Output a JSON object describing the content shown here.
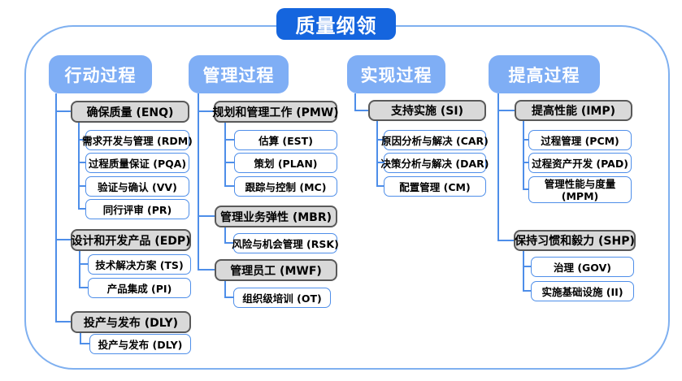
{
  "title": "质量纲领",
  "colors": {
    "title_bg": "#1565DE",
    "column_header_bg": "#7FAEF5",
    "group_box_bg": "#D9D9D9",
    "group_box_border": "#595959",
    "leaf_box_border": "#4E8EE9",
    "connector": "#4E8EE9",
    "outer_frame_border": "#7FB0F0"
  },
  "columns": [
    {
      "header": "行动过程",
      "groups": [
        {
          "label": "确保质量 (ENQ)",
          "children": [
            "需求开发与管理 (RDM)",
            "过程质量保证 (PQA)",
            "验证与确认 (VV)",
            "同行评审 (PR)"
          ]
        },
        {
          "label": "设计和开发产品 (EDP)",
          "children": [
            "技术解决方案 (TS)",
            "产品集成 (PI)"
          ]
        },
        {
          "label": "投产与发布 (DLY)",
          "children": [
            "投产与发布 (DLY)"
          ]
        }
      ]
    },
    {
      "header": "管理过程",
      "groups": [
        {
          "label": "规划和管理工作 (PMW)",
          "children": [
            "估算 (EST)",
            "策划 (PLAN)",
            "跟踪与控制 (MC)"
          ]
        },
        {
          "label": "管理业务弹性 (MBR)",
          "children": [
            "风险与机会管理 (RSK)"
          ]
        },
        {
          "label": "管理员工 (MWF)",
          "children": [
            "组织级培训 (OT)"
          ]
        }
      ]
    },
    {
      "header": "实现过程",
      "groups": [
        {
          "label": "支持实施 (SI)",
          "children": [
            "原因分析与解决 (CAR)",
            "决策分析与解决 (DAR)",
            "配置管理 (CM)"
          ]
        }
      ]
    },
    {
      "header": "提高过程",
      "groups": [
        {
          "label": "提高性能 (IMP)",
          "children": [
            "过程管理 (PCM)",
            "过程资产开发 (PAD)",
            "管理性能与度量 (MPM)"
          ]
        },
        {
          "label": "保持习惯和毅力 (SHP)",
          "children": [
            "治理 (GOV)",
            "实施基础设施 (II)"
          ]
        }
      ]
    }
  ]
}
